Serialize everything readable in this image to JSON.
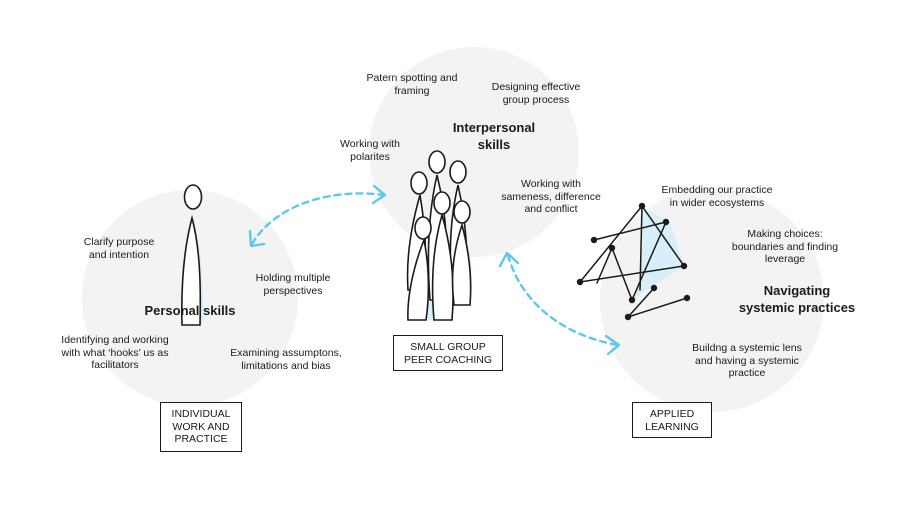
{
  "personal": {
    "title": "Personal skills",
    "skills": [
      "Clarify purpose\nand intention",
      "Holding multiple\nperspectives",
      "Identifying and working\nwith what ‘hooks’ us as\nfacilitators",
      "Examining assumptons,\nlimitations and bias"
    ],
    "context": "INDIVIDUAL\nWORK AND\nPRACTICE"
  },
  "interpersonal": {
    "title": "Interpersonal\nskills",
    "skills": [
      "Patern spotting and\nframing",
      "Designing effective\ngroup process",
      "Working with\npolarites",
      "Working with\nsameness, difference\nand conflict"
    ],
    "context": "SMALL GROUP\nPEER COACHING"
  },
  "systemic": {
    "title": "Navigating\nsystemic practices",
    "skills": [
      "Embedding our practice\nin wider ecosystems",
      "Making choices:\nboundaries and finding\nleverage",
      "Buildng a systemic lens\nand having a systemic\npractice"
    ],
    "context": "APPLIED\nLEARNING"
  },
  "colors": {
    "circle": "#f3f3f3",
    "arrow": "#5bc8ee",
    "highlight": "#d8eef8",
    "ink": "#1a1a1a"
  }
}
